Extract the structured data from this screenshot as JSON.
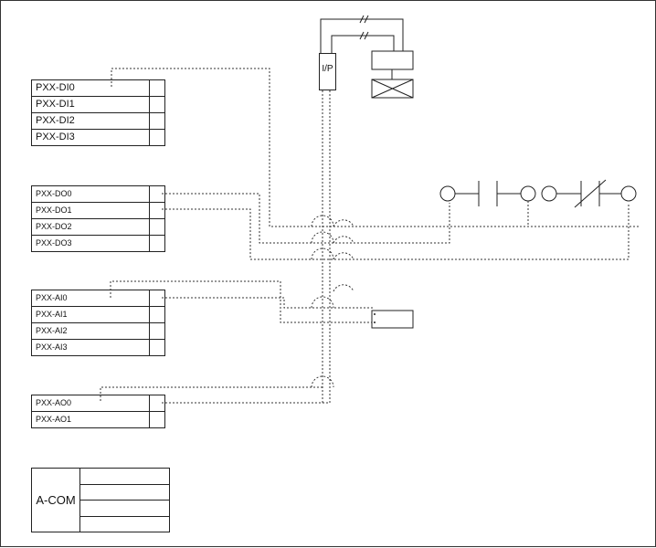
{
  "converter": {
    "label": "I/P"
  },
  "di_module": {
    "channels": [
      "PXX-DI0",
      "PXX-DI1",
      "PXX-DI2",
      "PXX-DI3"
    ]
  },
  "do_module": {
    "channels": [
      "PXX-DO0",
      "PXX-DO1",
      "PXX-DO2",
      "PXX-DO3"
    ]
  },
  "ai_module": {
    "channels": [
      "PXX-AI0",
      "PXX-AI1",
      "PXX-AI2",
      "PXX-AI3"
    ]
  },
  "ao_module": {
    "channels": [
      "PXX-AO0",
      "PXX-AO1"
    ]
  },
  "comm_module": {
    "label": "A-COM"
  },
  "colors": {
    "line": "#222222",
    "wire": "#333333",
    "background": "#ffffff"
  }
}
